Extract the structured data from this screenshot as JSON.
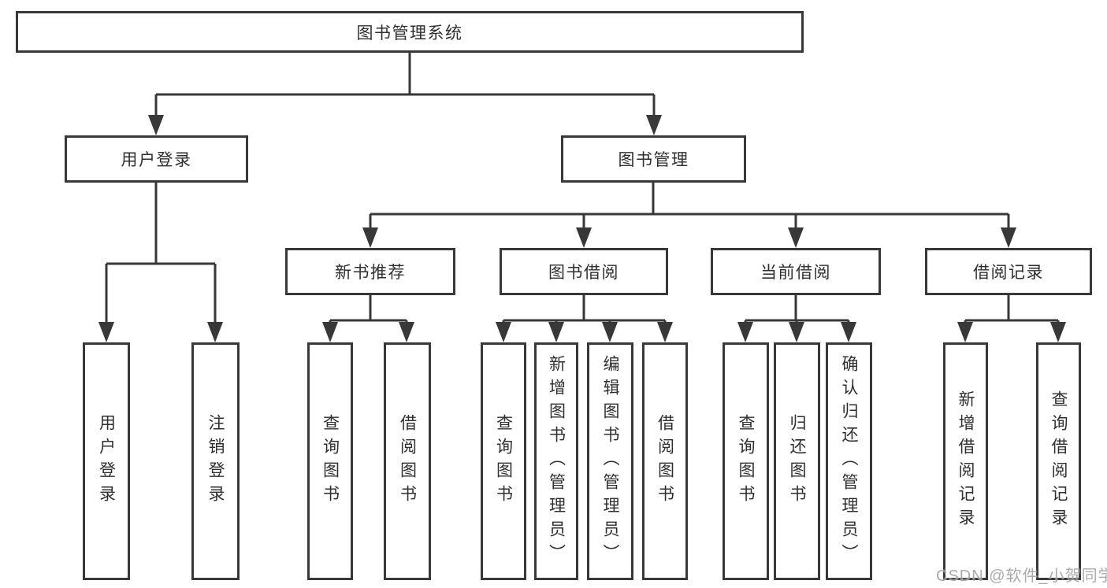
{
  "tree": {
    "root": {
      "label": "图书管理系统"
    },
    "user_login": {
      "label": "用户登录",
      "children": [
        {
          "label": "用户登录"
        },
        {
          "label": "注销登录"
        }
      ]
    },
    "book_mgmt": {
      "label": "图书管理",
      "groups": [
        {
          "label": "新书推荐",
          "children": [
            {
              "label": "查询图书"
            },
            {
              "label": "借阅图书"
            }
          ]
        },
        {
          "label": "图书借阅",
          "children": [
            {
              "label": "查询图书"
            },
            {
              "label": "新增图书（管理员）"
            },
            {
              "label": "编辑图书（管理员）"
            },
            {
              "label": "借阅图书"
            }
          ]
        },
        {
          "label": "当前借阅",
          "children": [
            {
              "label": "查询图书"
            },
            {
              "label": "归还图书"
            },
            {
              "label": "确认归还（管理员）"
            }
          ]
        },
        {
          "label": "借阅记录",
          "children": [
            {
              "label": "新增借阅记录"
            },
            {
              "label": "查询借阅记录"
            }
          ]
        }
      ]
    }
  },
  "watermark": {
    "text": "CSDN @软件_小贺同学"
  },
  "colors": {
    "line": "#383838",
    "box_border": "#383838",
    "text": "#2f2f2f",
    "watermark": "#a2a2a2",
    "background": "#ffffff"
  }
}
